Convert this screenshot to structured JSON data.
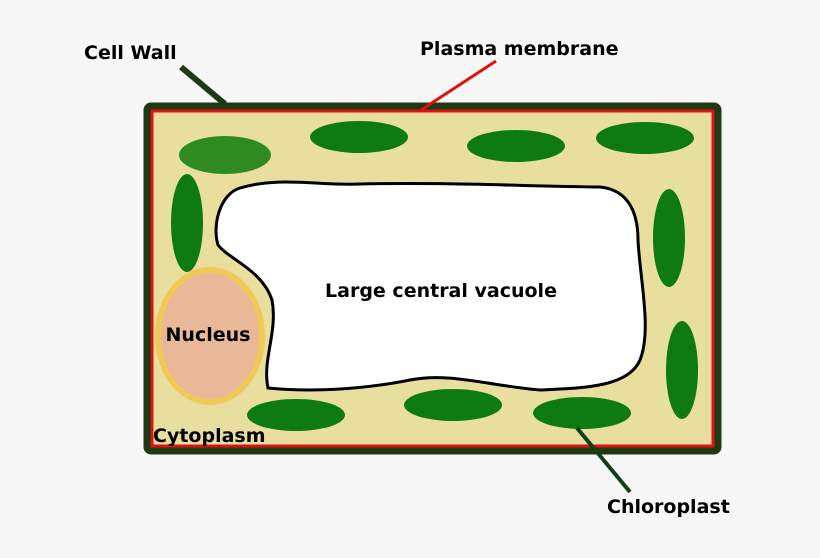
{
  "labels": {
    "cell_wall": "Cell Wall",
    "plasma_membrane": "Plasma membrane",
    "vacuole": "Large central vacuole",
    "nucleus": "Nucleus",
    "cytoplasm": "Cytoplasm",
    "chloroplast": "Chloroplast"
  },
  "colors": {
    "background": "#f7f7f7",
    "cell_wall": "#1e3a12",
    "plasma_membrane": "#e01010",
    "cytoplasm": "#e8df9f",
    "chloroplast": "#0e7a12",
    "chloroplast_light": "#2f8a22",
    "nucleus_fill": "#e8b898",
    "nucleus_ring": "#f0c858",
    "vacuole": "#ffffff",
    "chloroplast_pointer": "#12401a",
    "label_text": "#000000"
  }
}
